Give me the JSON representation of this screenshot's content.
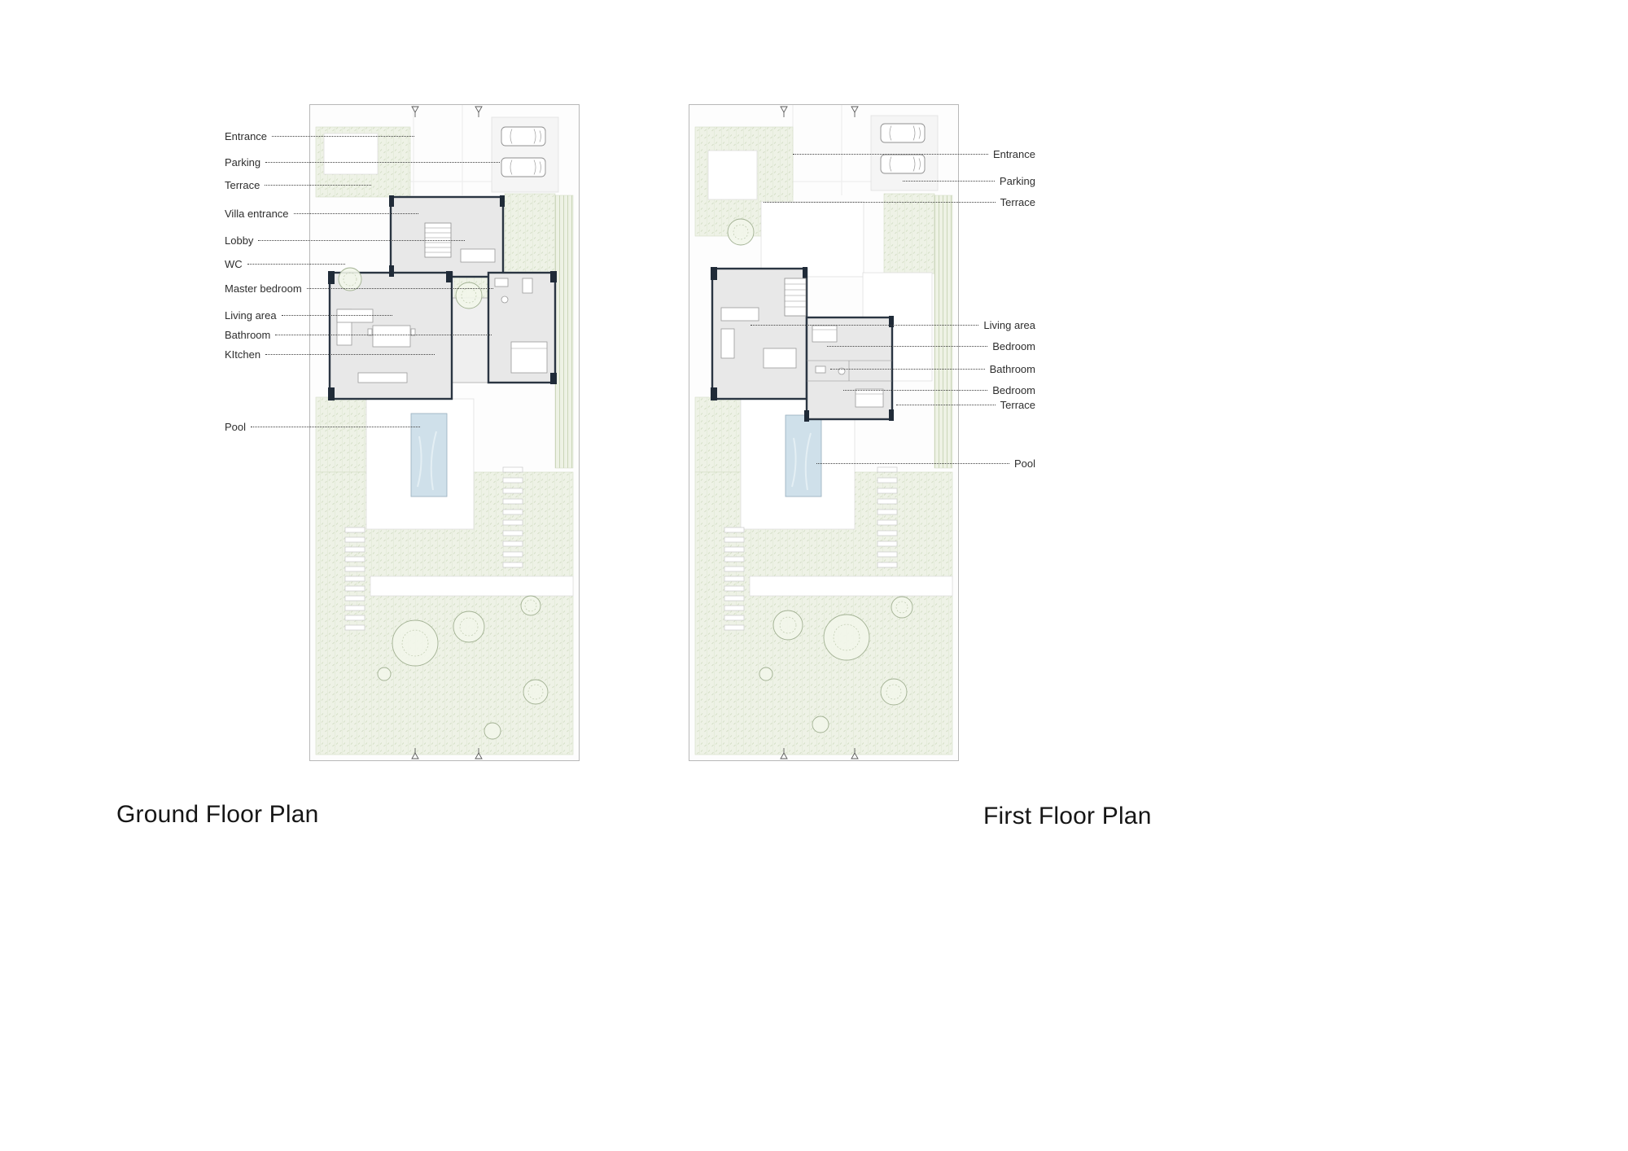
{
  "ground_plan": {
    "title": "Ground Floor Plan",
    "labels": [
      "Entrance",
      "Parking",
      "Terrace",
      "Villa entrance",
      "Lobby",
      "WC",
      "Master bedroom",
      "Living area",
      "Bathroom",
      "KItchen",
      "Pool"
    ]
  },
  "first_plan": {
    "title": "First Floor Plan",
    "labels": [
      "Entrance",
      "Parking",
      "Terrace",
      "Living area",
      "Bedroom",
      "Bathroom",
      "Bedroom",
      "Terrace",
      "Pool"
    ]
  },
  "colors": {
    "garden": "#eef2e6",
    "hedge": "#e6ecd9",
    "building_fill": "#e8e8e8",
    "wall": "#2a3542",
    "pool": "#cfe0ea",
    "plot_line": "#b8b8b8"
  }
}
